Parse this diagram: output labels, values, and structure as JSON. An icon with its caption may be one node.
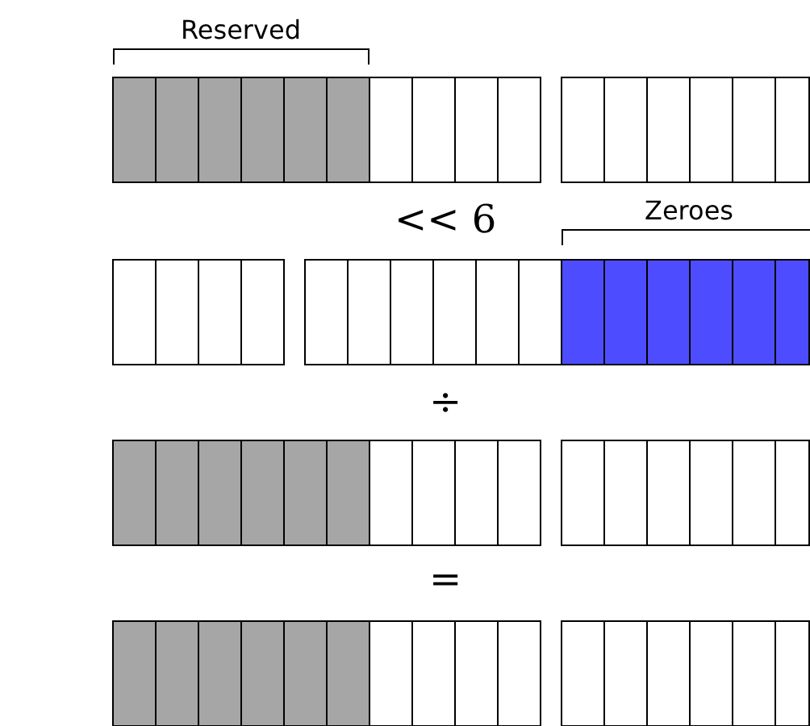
{
  "diagram": {
    "labels": [
      "Reserved",
      "<< 6",
      "Zeroes",
      "÷",
      "="
    ]
  }
}
